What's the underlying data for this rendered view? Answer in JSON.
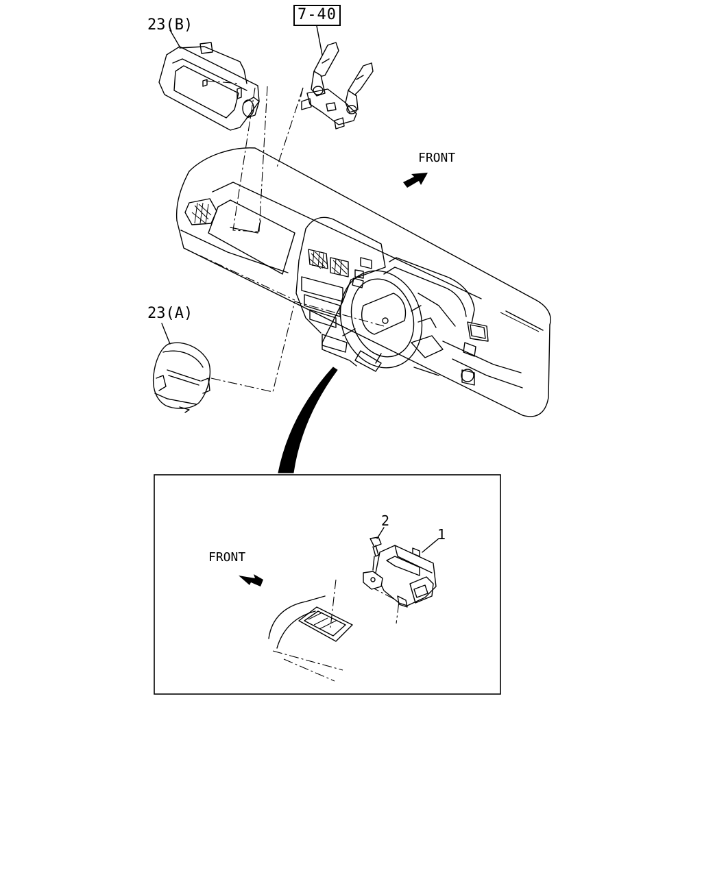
{
  "callouts": {
    "airbag_passenger": "23(B)",
    "reference_page": "7-40",
    "airbag_driver": "23(A)",
    "part_1": "1",
    "part_2": "2"
  },
  "direction_labels": {
    "upper": "FRONT",
    "lower": "FRONT"
  }
}
